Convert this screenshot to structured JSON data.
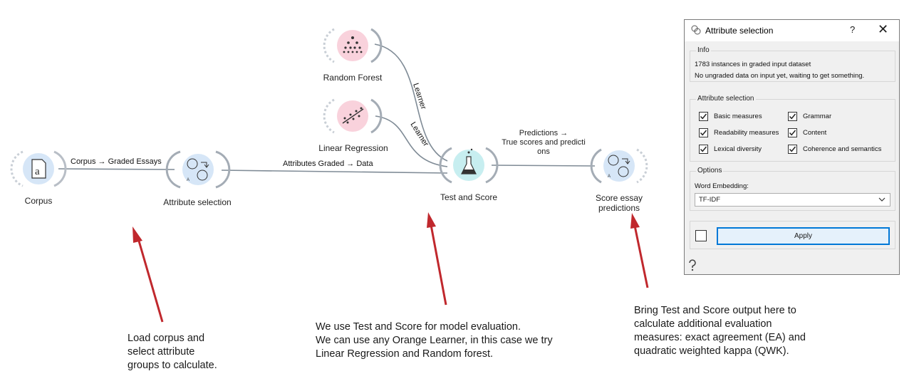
{
  "workflow": {
    "nodes": {
      "corpus": "Corpus",
      "attribute_selection": "Attribute selection",
      "random_forest": "Random Forest",
      "linear_regression": "Linear Regression",
      "test_and_score": "Test and Score",
      "score_essay_predictions": "Score essay\npredictions"
    },
    "links": {
      "corpus_to_attr": "Corpus → Graded Essays",
      "attr_to_test": "Attributes Graded → Data",
      "rf_to_test": "Learner",
      "lr_to_test": "Learner",
      "test_to_score": "Predictions →\nTrue scores and predicti\nons"
    },
    "colors": {
      "blue_node": "#d6e6f7",
      "blue_icon": "#8ab4e4",
      "pink_node": "#f9d2dc",
      "cyan_node": "#c7eef0",
      "link": "#7f8b96",
      "arrow": "#c0282d"
    }
  },
  "annotations": {
    "load_corpus": "Load corpus and\nselect attribute\ngroups to calculate.",
    "test_score": "We use Test and Score for model evaluation.\nWe can use any Orange Learner, in this case we try\nLinear Regression and Random forest.",
    "bring_output": "Bring Test and Score output here to\ncalculate additional evaluation\nmeasures: exact agreement (EA) and\nquadratic weighted kappa (QWK)."
  },
  "dialog": {
    "title": "Attribute selection",
    "help_glyph": "?",
    "close_glyph": "✕",
    "info": {
      "title": "Info",
      "line1": "1783 instances in graded input dataset",
      "line2": "No ungraded data on input yet, waiting to get something."
    },
    "attribute_selection": {
      "title": "Attribute selection",
      "checkboxes": [
        {
          "label": "Basic measures",
          "checked": true
        },
        {
          "label": "Grammar",
          "checked": true
        },
        {
          "label": "Readability measures",
          "checked": true
        },
        {
          "label": "Content",
          "checked": true
        },
        {
          "label": "Lexical diversity",
          "checked": true
        },
        {
          "label": "Coherence and semantics",
          "checked": true
        }
      ]
    },
    "options": {
      "title": "Options",
      "embedding_label": "Word Embedding:",
      "embedding_value": "TF-IDF"
    },
    "auto_apply_checked": false,
    "apply_label": "Apply",
    "help_icon": "question-icon"
  }
}
